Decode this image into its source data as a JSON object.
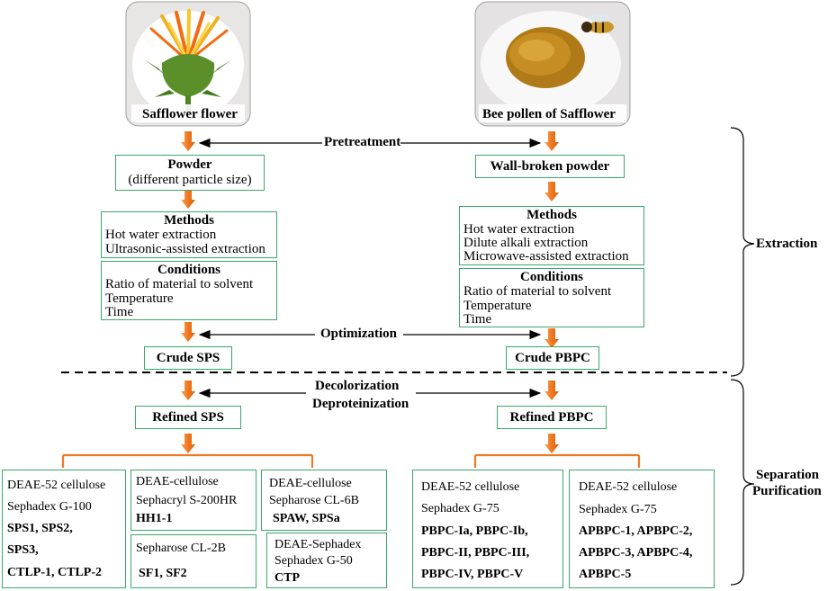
{
  "nodes": {
    "safflower_label": "Safflower  flower",
    "pollen_label": "Bee pollen  of Safflower",
    "pretreatment": "Pretreatment",
    "powder_title": "Powder",
    "powder_sub": "(different particle size)",
    "wall_broken": "Wall-broken powder",
    "methods_title": "Methods",
    "left_methods": [
      "Hot water extraction",
      "Ultrasonic-assisted extraction"
    ],
    "right_methods": [
      "Hot water extraction",
      "Dilute alkali extraction",
      "Microwave-assisted extraction"
    ],
    "conditions_title": "Conditions",
    "conditions": [
      "Ratio of material to solvent",
      "Temperature",
      "Time"
    ],
    "optimization": "Optimization",
    "crude_sps": "Crude SPS",
    "crude_pbpc": "Crude PBPC",
    "decolorization": "Decolorization",
    "deproteinization": "Deproteinization",
    "refined_sps": "Refined SPS",
    "refined_pbpc": "Refined PBPC",
    "extraction": "Extraction",
    "separation": "Separation",
    "purification": "Purification"
  },
  "columns": {
    "sps_main": {
      "lines": [
        "DEAE-52 cellulose",
        "Sephadex G-100"
      ],
      "products": [
        "SPS1, SPS2,",
        "SPS3,",
        "CTLP-1, CTLP-2"
      ]
    },
    "hh": {
      "lines": [
        "DEAE-cellulose",
        "Sephacryl S-200HR"
      ],
      "products": [
        "HH1-1"
      ]
    },
    "sf": {
      "lines": [
        "Sepharose CL-2B"
      ],
      "products": [
        "SF1, SF2"
      ]
    },
    "spaw": {
      "lines": [
        "DEAE-cellulose",
        "Sepharose CL-6B"
      ],
      "products": [
        "SPAW, SPSa"
      ]
    },
    "ctp": {
      "lines": [
        "DEAE-Sephadex",
        "Sephadex G-50"
      ],
      "products": [
        "CTP"
      ]
    },
    "pbpc": {
      "lines": [
        "DEAE-52 cellulose",
        "Sephadex G-75"
      ],
      "products": [
        "PBPC-Ia, PBPC-Ib,",
        "PBPC-II, PBPC-III,",
        "PBPC-IV,  PBPC-V"
      ]
    },
    "apbpc": {
      "lines": [
        "DEAE-52 cellulose",
        "Sephadex G-75"
      ],
      "products": [
        "APBPC-1, APBPC-2,",
        "APBPC-3, APBPC-4,",
        "APBPC-5"
      ]
    }
  },
  "colors": {
    "box_border": "#3aa86a",
    "arrow_orange": "#f07820",
    "line": "#000000",
    "connector": "#f07820"
  }
}
